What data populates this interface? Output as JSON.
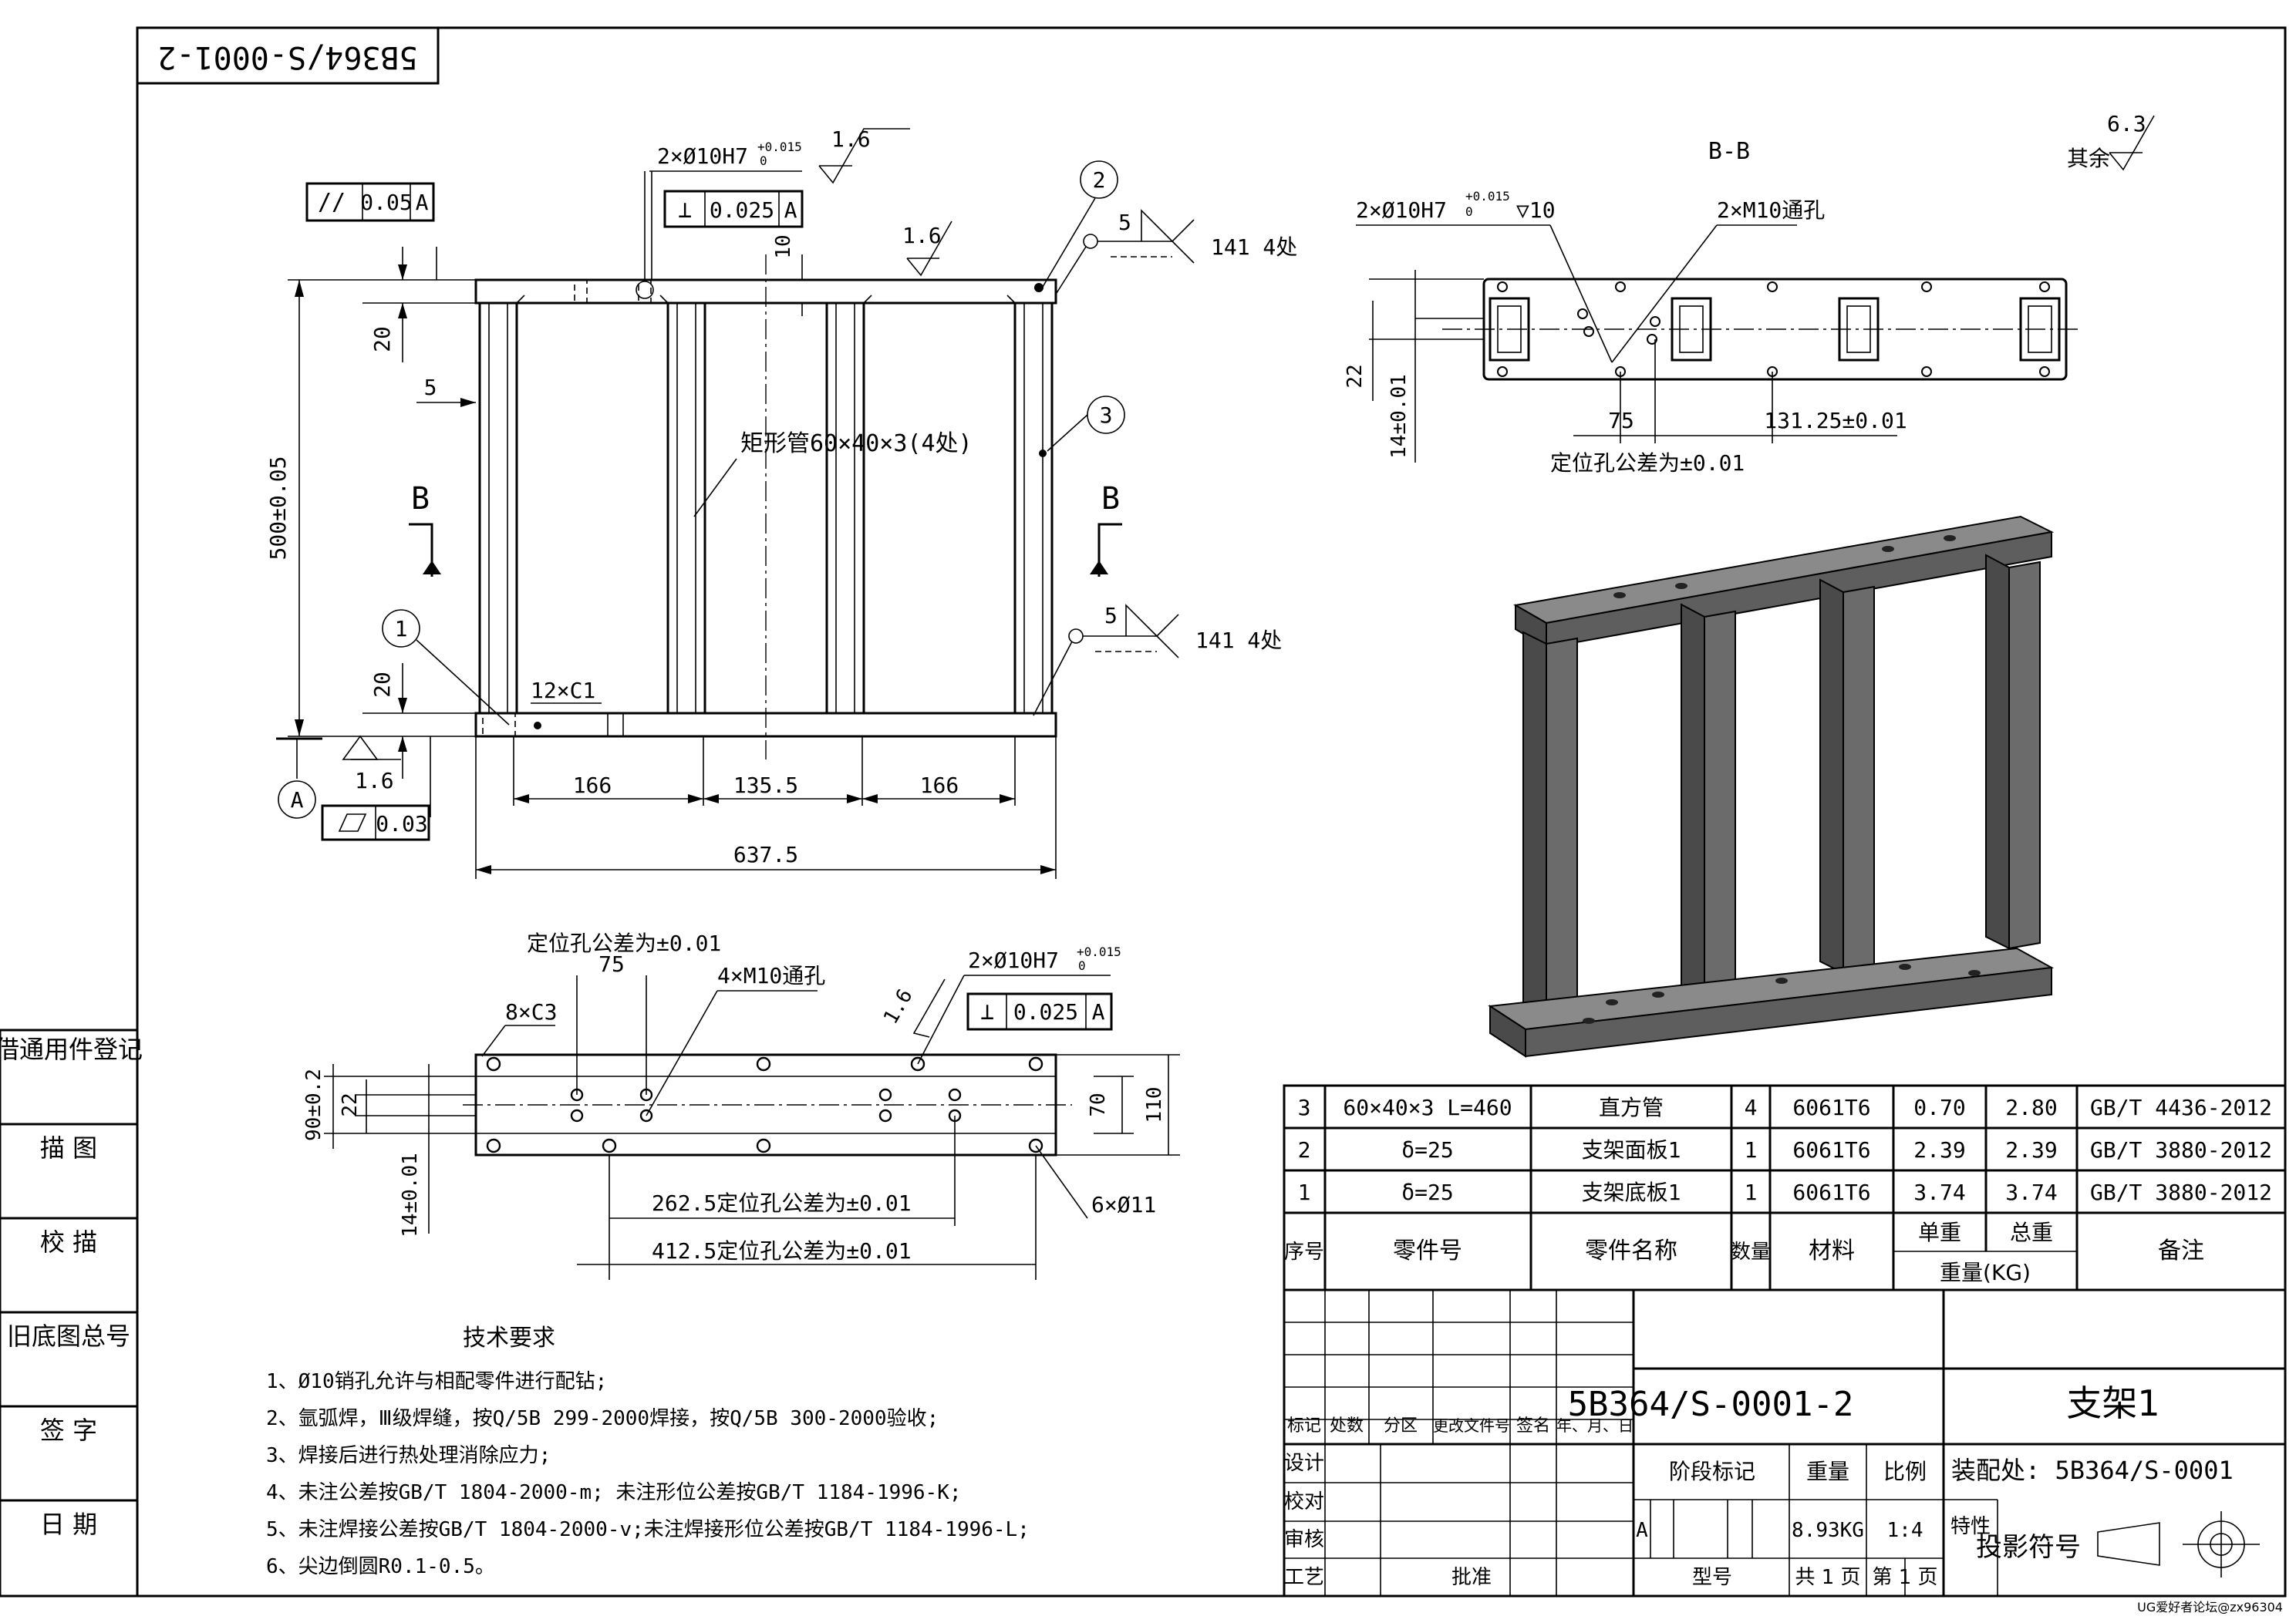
{
  "drawing_no_top": "5B364/S-0001-2",
  "front_view": {
    "hole_callout": "2×Ø10H7",
    "tol_upper": "+0.015",
    "tol_lower": "0",
    "rough_top": "1.6",
    "rough_mid": "1.6",
    "rough_left": "1.6",
    "parallel_tol": "0.05",
    "parallel_datum": "A",
    "perp_tol": "0.025",
    "perp_datum": "A",
    "flat_tol": "0.03",
    "datum_label": "A",
    "dim_10": "10",
    "dim_20a": "20",
    "dim_20b": "20",
    "dim_5": "5",
    "dim_height": "500±0.05",
    "tube_callout": "矩形管60×40×3(4处)",
    "chamfer": "12×C1",
    "dim_166a": "166",
    "dim_135": "135.5",
    "dim_166b": "166",
    "dim_total": "637.5",
    "section_left": "B",
    "section_right": "B",
    "weld_size_1": "5",
    "weld_text_1": "141 4处",
    "weld_size_2": "5",
    "weld_text_2": "141 4处",
    "balloons": [
      "1",
      "2",
      "3"
    ]
  },
  "section_view": {
    "title": "B-B",
    "hole_callout": "2×Ø10H7",
    "tol_upper": "+0.015",
    "tol_lower": "0",
    "depth": "▽10",
    "thread_callout": "2×M10通孔",
    "dim_22": "22",
    "dim_14": "14±0.01",
    "dim_75": "75",
    "dim_131": "131.25±0.01",
    "note": "定位孔公差为±0.01",
    "rough_default": "6.3",
    "rough_default_label": "其余"
  },
  "bottom_view": {
    "note_top": "定位孔公差为±0.01",
    "dim_75": "75",
    "thread_callout": "4×M10通孔",
    "hole_callout": "2×Ø10H7",
    "tol_upper": "+0.015",
    "tol_lower": "0",
    "rough": "1.6",
    "perp_tol": "0.025",
    "perp_datum": "A",
    "chamfer": "8×C3",
    "dim_90": "90±0.2",
    "dim_22": "22",
    "dim_70": "70",
    "dim_110": "110",
    "dim_14": "14±0.01",
    "dim_262": "262.5定位孔公差为±0.01",
    "dim_412": "412.5定位孔公差为±0.01",
    "holes": "6×Ø11"
  },
  "tech_requirements": {
    "title": "技术要求",
    "items": [
      "1、Ø10销孔允许与相配零件进行配钻;",
      "2、氩弧焊，Ⅲ级焊缝，按Q/5B 299-2000焊接，按Q/5B 300-2000验收;",
      "3、焊接后进行热处理消除应力;",
      "4、未注公差按GB/T 1804-2000-m; 未注形位公差按GB/T 1184-1996-K;",
      "5、未注焊接公差按GB/T 1804-2000-v;未注焊接形位公差按GB/T 1184-1996-L;",
      "6、尖边倒圆R0.1-0.5。"
    ]
  },
  "left_strip": [
    "借通用件登记",
    "描 图",
    "校 描",
    "旧底图总号",
    "签 字",
    "日 期"
  ],
  "bom": {
    "rows": [
      {
        "no": "3",
        "part_no": "60×40×3 L=460",
        "name": "直方管",
        "qty": "4",
        "material": "6061T6",
        "unit": "0.70",
        "total": "2.80",
        "note": "GB/T 4436-2012"
      },
      {
        "no": "2",
        "part_no": "δ=25",
        "name": "支架面板1",
        "qty": "1",
        "material": "6061T6",
        "unit": "2.39",
        "total": "2.39",
        "note": "GB/T 3880-2012"
      },
      {
        "no": "1",
        "part_no": "δ=25",
        "name": "支架底板1",
        "qty": "1",
        "material": "6061T6",
        "unit": "3.74",
        "total": "3.74",
        "note": "GB/T 3880-2012"
      }
    ],
    "headers": {
      "no": "序号",
      "part_no": "零件号",
      "name": "零件名称",
      "qty": "数量",
      "material": "材料",
      "unit": "单重",
      "total": "总重",
      "weight": "重量(KG)",
      "note": "备注"
    }
  },
  "title_block": {
    "drawing_no": "5B364/S-0001-2",
    "title": "支架1",
    "rev_labels": [
      "标记",
      "处数",
      "分区",
      "更改文件号",
      "签名",
      "年、月、日"
    ],
    "role_labels": [
      "设计",
      "校对",
      "审核",
      "工艺"
    ],
    "approve": "批准",
    "stage_label": "阶段标记",
    "weight_label": "重量",
    "scale_label": "比例",
    "assembly": "装配处: 5B364/S-0001",
    "stage": "A",
    "weight": "8.93KG",
    "scale": "1:4",
    "special": "特性",
    "projection": "投影符号",
    "model_label": "型号",
    "sheets_total": "共 1 页",
    "sheet_no": "第 1 页"
  },
  "watermark": "UG爱好者论坛@zx96304"
}
